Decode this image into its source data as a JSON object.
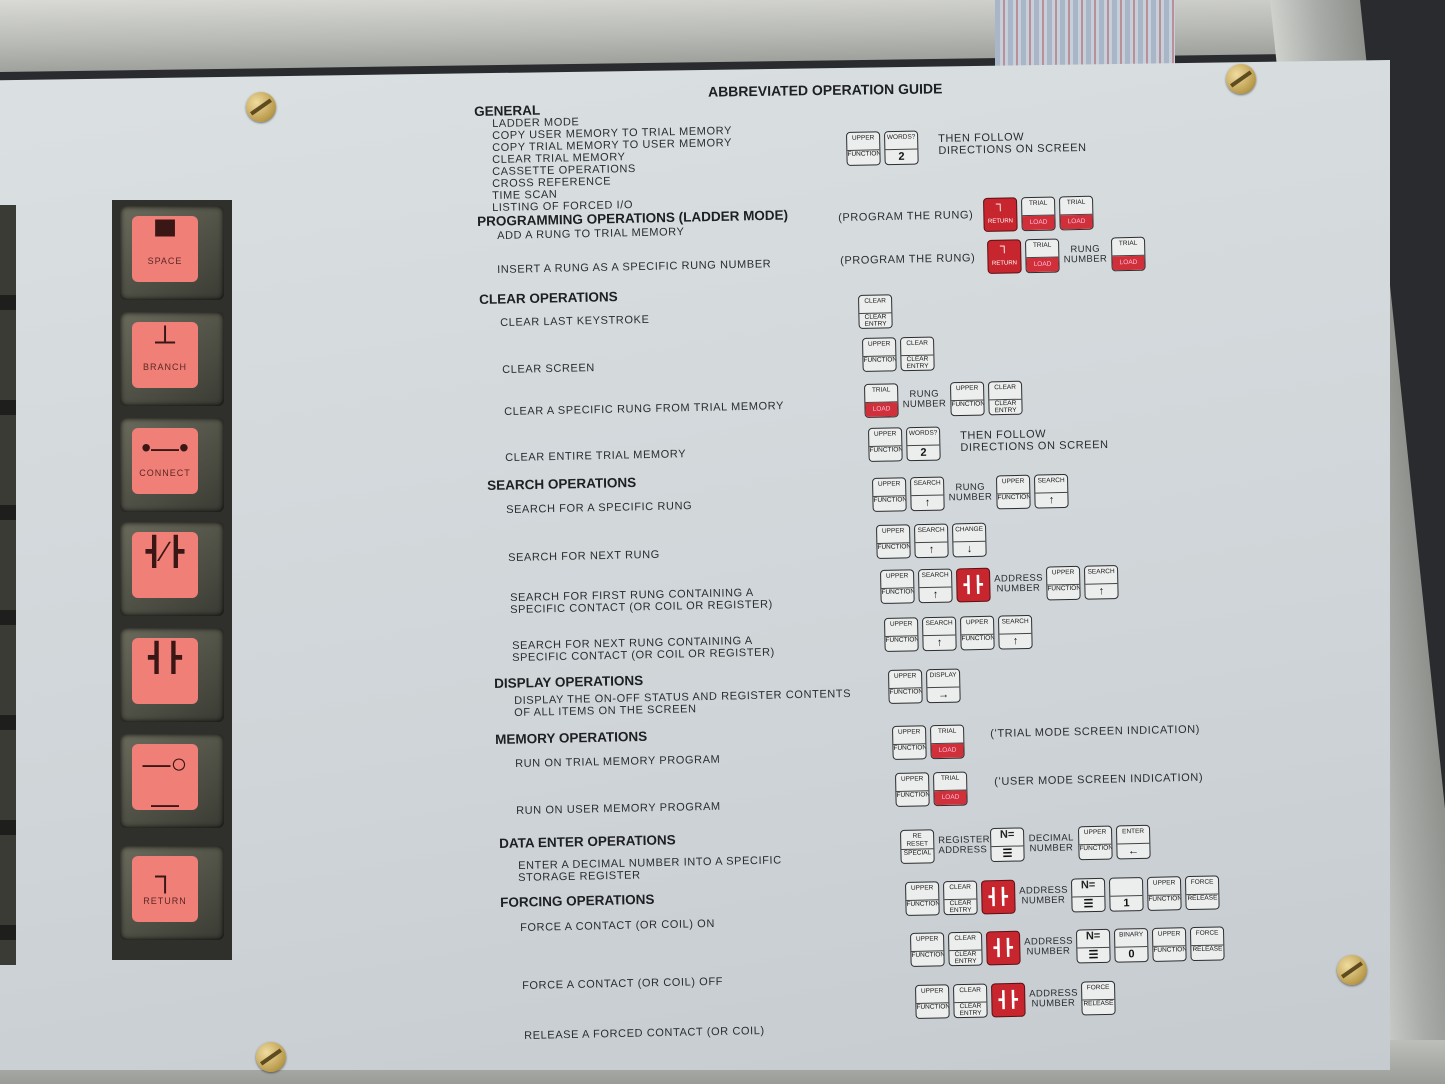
{
  "title": "ABBREVIATED OPERATION GUIDE",
  "left_keys": [
    {
      "glyph": "▀",
      "label": "SPACE"
    },
    {
      "glyph": "┴",
      "label": "BRANCH"
    },
    {
      "glyph": "•—•",
      "label": "CONNECT"
    },
    {
      "glyph": "┫∕┣",
      "label": ""
    },
    {
      "glyph": "┫┣",
      "label": ""
    },
    {
      "glyph": "—○—",
      "label": ""
    },
    {
      "glyph": "┐",
      "label": "RETURN"
    }
  ],
  "sections": {
    "general": {
      "heading": "GENERAL",
      "items": [
        "LADDER MODE",
        "COPY USER MEMORY TO TRIAL MEMORY",
        "COPY TRIAL MEMORY TO USER MEMORY",
        "CLEAR TRIAL MEMORY",
        "CASSETTE OPERATIONS",
        "CROSS REFERENCE",
        "TIME SCAN",
        "LISTING OF FORCED I/O"
      ],
      "note": "THEN FOLLOW DIRECTIONS ON SCREEN"
    },
    "programming": {
      "heading": "PROGRAMMING OPERATIONS (LADDER MODE)",
      "add": "ADD A RUNG TO TRIAL MEMORY",
      "insert": "INSERT A RUNG AS A SPECIFIC RUNG NUMBER",
      "note": "(PROGRAM THE RUNG)"
    },
    "clear": {
      "heading": "CLEAR OPERATIONS",
      "last": "CLEAR LAST KEYSTROKE",
      "screen": "CLEAR SCREEN",
      "rung": "CLEAR A SPECIFIC RUNG FROM TRIAL MEMORY",
      "entire": "CLEAR ENTIRE TRIAL MEMORY",
      "note": "THEN FOLLOW DIRECTIONS ON SCREEN"
    },
    "search": {
      "heading": "SEARCH OPERATIONS",
      "specific": "SEARCH FOR A SPECIFIC RUNG",
      "next": "SEARCH FOR NEXT RUNG",
      "first_line1": "SEARCH FOR FIRST RUNG CONTAINING A",
      "first_line2": "SPECIFIC CONTACT (OR COIL OR REGISTER)",
      "nextc_line1": "SEARCH FOR NEXT RUNG CONTAINING A",
      "nextc_line2": "SPECIFIC CONTACT (OR COIL OR REGISTER)"
    },
    "display": {
      "heading": "DISPLAY OPERATIONS",
      "line1": "DISPLAY THE ON-OFF STATUS AND REGISTER CONTENTS",
      "line2": "OF ALL ITEMS ON THE SCREEN"
    },
    "memory": {
      "heading": "MEMORY OPERATIONS",
      "trial": "RUN ON TRIAL MEMORY PROGRAM",
      "user": "RUN ON USER MEMORY PROGRAM",
      "trial_note": "(ʻTRIAL MODE  SCREEN INDICATION)",
      "user_note": "(ʻUSER MODE  SCREEN INDICATION)"
    },
    "data": {
      "heading": "DATA ENTER OPERATIONS",
      "line1": "ENTER A DECIMAL NUMBER INTO A SPECIFIC",
      "line2": "STORAGE REGISTER"
    },
    "forcing": {
      "heading": "FORCING OPERATIONS",
      "on": "FORCE A CONTACT (OR COIL) ON",
      "off": "FORCE A CONTACT (OR COIL) OFF",
      "release": "RELEASE A FORCED CONTACT (OR COIL)"
    }
  },
  "keys": {
    "upper": "UPPER",
    "function": "FUNCTION",
    "words": "WORDS?",
    "two": "2",
    "trial": "TRIAL",
    "load": "LOAD",
    "return_glyph": "┐",
    "return": "RETURN",
    "clear": "CLEAR",
    "clear_entry": "CLEAR ENTRY",
    "search": "SEARCH",
    "up": "↑",
    "change": "CHANGE",
    "down": "↓",
    "display": "DISPLAY",
    "right": "→",
    "enter": "ENTER",
    "left": "←",
    "reset": "RE RESET",
    "special": "SPECIAL",
    "neq": "N=",
    "eqbars": "☰",
    "one": "1",
    "binary": "BINARY",
    "zero": "0",
    "force": "FORCE",
    "release": "RELEASE",
    "contact_glyph": "┫┣"
  },
  "labels": {
    "rung_number": "RUNG NUMBER",
    "address_number": "ADDRESS NUMBER",
    "register_address": "REGISTER ADDRESS",
    "decimal_number": "DECIMAL NUMBER"
  },
  "colors": {
    "accent_red": "#c7262f",
    "key_pink": "#f07f78"
  }
}
